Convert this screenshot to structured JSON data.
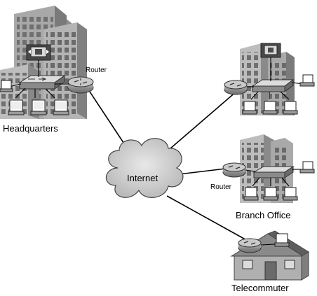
{
  "labels": {
    "headquarters": "Headquarters",
    "hq_router": "Router",
    "internet": "Internet",
    "branch_router": "Router",
    "branch_office": "Branch Office",
    "telecommuter": "Telecommuter"
  },
  "icons": {
    "building": "office-building-icon",
    "router": "router-icon",
    "switch": "switch-icon",
    "firewall": "firewall-icon",
    "workstation": "workstation-icon",
    "cloud": "internet-cloud-icon",
    "house": "house-icon"
  },
  "colors": {
    "building_light": "#c4c4c4",
    "building_mid": "#9a9a9a",
    "building_dark": "#5a5a5a",
    "window": "#6a6a6a",
    "device": "#8c8c8c",
    "device_dark": "#4a4a4a",
    "link": "#000000",
    "cloud": "#d0d0d0"
  }
}
